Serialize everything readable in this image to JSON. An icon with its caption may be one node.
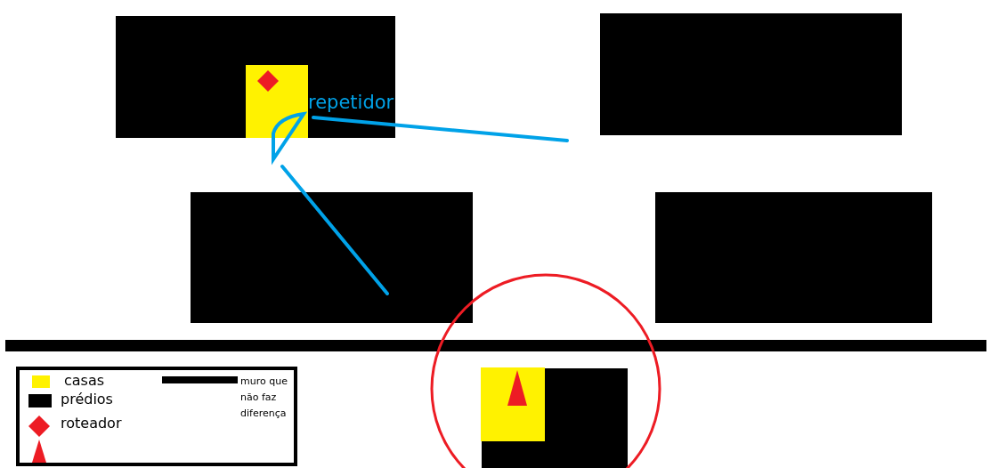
{
  "diagram": {
    "labels": [
      "repetidor"
    ],
    "legend": [
      {
        "text": "casas",
        "color": "#fff200"
      },
      {
        "text": "prédios",
        "color": "#000000"
      },
      {
        "text": "roteador"
      },
      {
        "text": "muro que não faz diferença"
      }
    ]
  }
}
